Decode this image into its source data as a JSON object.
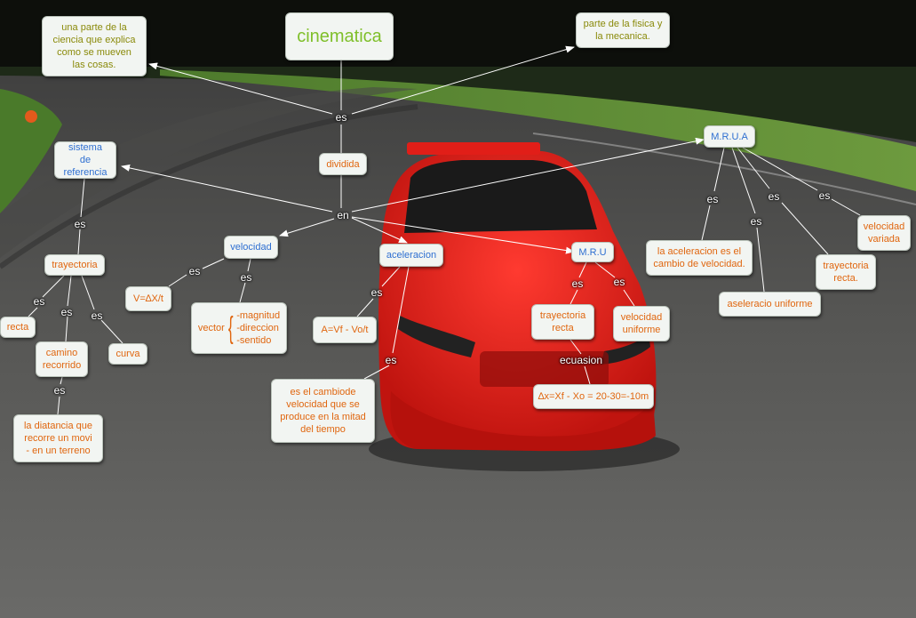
{
  "nodes": {
    "cinematica": "cinematica",
    "definition": "una parte de la ciencia que explica como se mueven las cosas.",
    "physics": "parte de la fisica y la mecanica.",
    "dividida": "dividida",
    "sistema": "sistema de referencia",
    "trayectoria": "trayectoria",
    "recta": "recta",
    "camino": "camino recorrido",
    "curva": "curva",
    "distancia": "la diatancia que recorre un movi - en un terreno",
    "velocidad": "velocidad",
    "formula_v": "V=∆X/t",
    "vector": "vector",
    "vector_items": [
      "-magnitud",
      "-direccion",
      "-sentido"
    ],
    "aceleracion": "aceleracion",
    "formula_a": "A=Vf - Vo/t",
    "cambio": "es el cambiode velocidad que se produce en la mitad del tiempo",
    "mru": "M.R.U",
    "mru_trayectoria": "trayectoria recta",
    "mru_velocidad": "velocidad uniforme",
    "mru_ecuacion": "∆x=Xf - Xo = 20-30=-10m",
    "mrua": "M.R.U.A",
    "mrua_def": "la aceleracion es el cambio de velocidad.",
    "mrua_uniforme": "aseleracio uniforme",
    "mrua_trayectoria": "trayectoria recta.",
    "mrua_velocidad": "velocidad variada"
  },
  "labels": {
    "es": "es",
    "en": "en",
    "ecuasion": "ecuasion"
  },
  "colors": {
    "node_bg": "#f2f5f2",
    "olive_text": "#8a8a0a",
    "orange_text": "#e0660f",
    "blue_text": "#2e6fd1",
    "title_text": "#7fbf2a",
    "car_red": "#e5231f"
  }
}
